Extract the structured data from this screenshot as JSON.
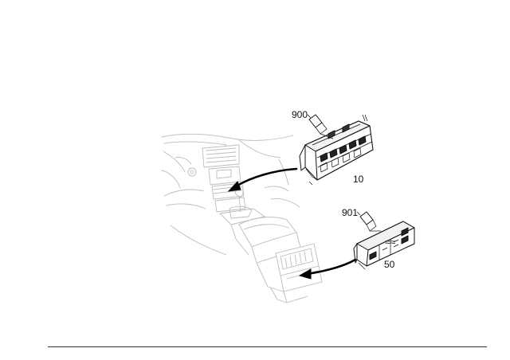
{
  "labels": {
    "cable_upper": "900",
    "unit_upper": "10",
    "cable_lower": "901",
    "unit_lower": "50"
  },
  "colors": {
    "line": "#111111",
    "interior_outline": "#bdbdbd",
    "background": "#ffffff"
  }
}
